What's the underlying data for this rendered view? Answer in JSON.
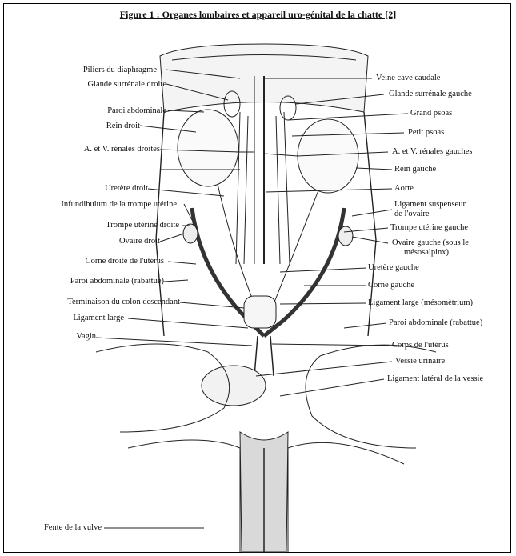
{
  "figure": {
    "title": "Figure 1 : Organes lombaires et appareil uro-génital de la chatte [2]"
  },
  "labels_left": [
    "Piliers du diaphragme",
    "Glande surrénale droite",
    "Paroi abdominale",
    "Rein droit",
    "A. et V. rénales droites",
    "Uretère droit",
    "Infundibulum de la trompe utérine",
    "Trompe utérine droite",
    "Ovaire droit",
    "Corne droite de l'utérus",
    "Paroi abdominale (rabattue)",
    "Terminaison du colon descendant",
    "Ligament large",
    "Vagin",
    "Fente de la vulve"
  ],
  "labels_right": [
    "Veine cave caudale",
    "Glande surrénale gauche",
    "Grand psoas",
    "Petit psoas",
    "A. et V. rénales gauches",
    "Rein gauche",
    "Aorte",
    "Ligament suspenseur",
    "de l'ovaire",
    "Trompe utérine gauche",
    "Ovaire gauche (sous le",
    "mésosalpinx)",
    "Uretère gauche",
    "Corne gauche",
    "Ligament large (mésomètrium)",
    "Paroi abdominale (rabattue)",
    "Corps de l'utérus",
    "Vessie urinaire",
    "Ligament latéral de la vessie"
  ]
}
